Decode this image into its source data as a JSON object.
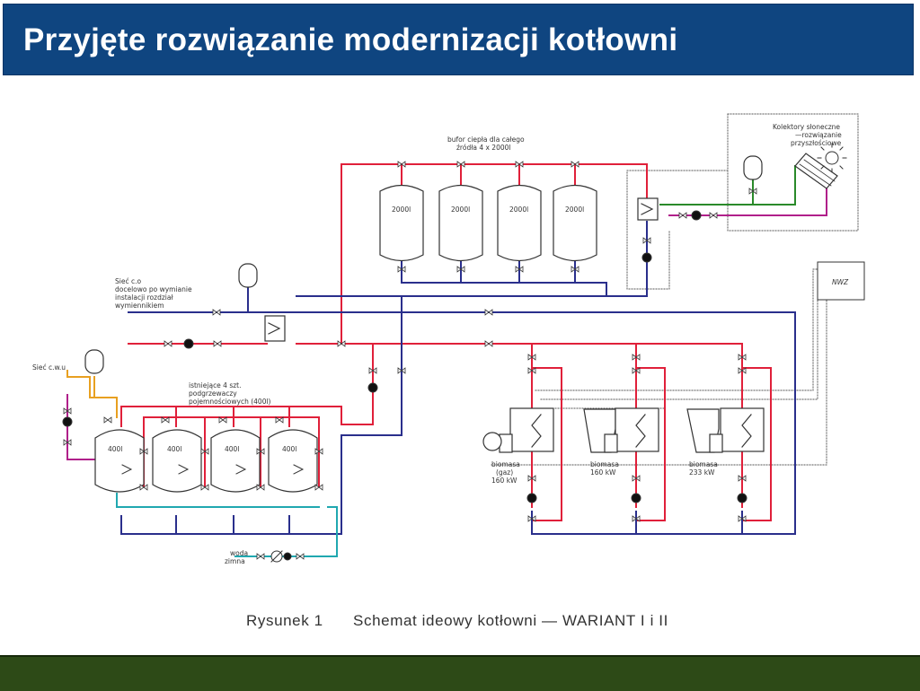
{
  "slide_title": "Przyjęte rozwiązanie modernizacji kotłowni",
  "caption": {
    "figure": "Rysunek 1",
    "text": "Schemat ideowy kotłowni — WARIANT I i II"
  },
  "labels": {
    "buffer_title_1": "bufor ciepła dla całego",
    "buffer_title_2": "źródła 4 x 2000l",
    "buffer_1": "2000l",
    "buffer_2": "2000l",
    "buffer_3": "2000l",
    "buffer_4": "2000l",
    "solar_1": "Kolektory słoneczne",
    "solar_2": "—rozwiązanie",
    "solar_3": "przyszłościowe",
    "nwz": "NWZ",
    "siec_co_1": "Sieć c.o",
    "siec_co_2": "docelowo po wymianie",
    "siec_co_3": "instalacji rozdział",
    "siec_co_4": "wymiennikiem",
    "siec_cwu": "Sieć c.w.u",
    "heaters_1": "istniejące 4 szt.",
    "heaters_2": "podgrzewaczy",
    "heaters_3": "pojemnościowych (400l)",
    "tank_1": "400l",
    "tank_2": "400l",
    "tank_3": "400l",
    "tank_4": "400l",
    "woda_1": "woda",
    "woda_2": "zimna",
    "boiler1_1": "biomasa",
    "boiler1_2": "(gaz)",
    "boiler1_3": "160 kW",
    "boiler2_1": "biomasa",
    "boiler2_2": "160 kW",
    "boiler3_1": "biomasa",
    "boiler3_2": "233 kW"
  },
  "colors": {
    "header": "#0f4580",
    "footer": "#2d4a17",
    "supply": "#e0203a",
    "return": "#2a2f8c",
    "dhw": "#e8a020",
    "cold_water": "#20a8b0",
    "circulation": "#b0208a",
    "solar": "#2a8a2a"
  }
}
